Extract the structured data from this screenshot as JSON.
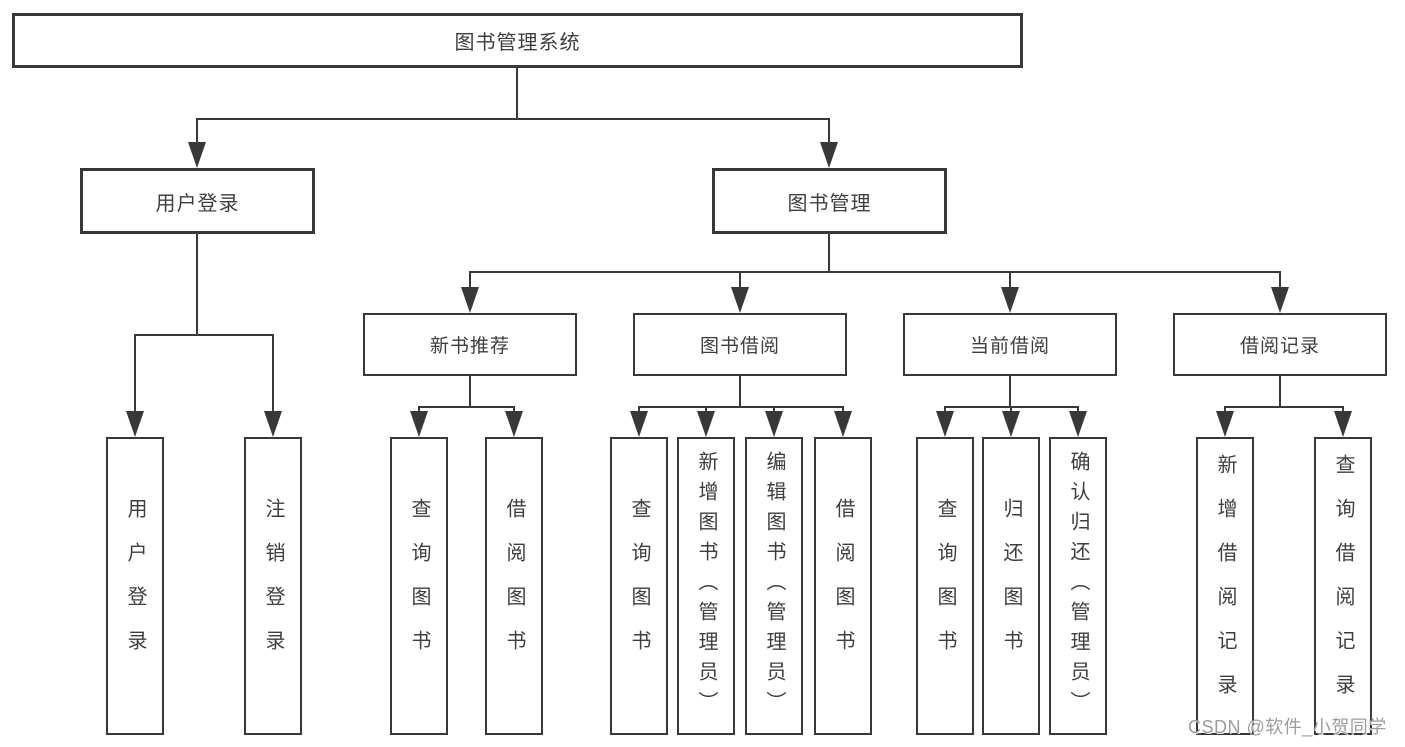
{
  "diagram": {
    "title": "图书管理系统",
    "level1": [
      {
        "label": "用户登录",
        "children": [
          {
            "label": "用户登录"
          },
          {
            "label": "注销登录"
          }
        ]
      },
      {
        "label": "图书管理",
        "children": [
          {
            "label": "新书推荐",
            "children": [
              {
                "label": "查询图书"
              },
              {
                "label": "借阅图书"
              }
            ]
          },
          {
            "label": "图书借阅",
            "children": [
              {
                "label": "查询图书"
              },
              {
                "label": "新增图书（管理员）"
              },
              {
                "label": "编辑图书（管理员）"
              },
              {
                "label": "借阅图书"
              }
            ]
          },
          {
            "label": "当前借阅",
            "children": [
              {
                "label": "查询图书"
              },
              {
                "label": "归还图书"
              },
              {
                "label": "确认归还（管理员）"
              }
            ]
          },
          {
            "label": "借阅记录",
            "children": [
              {
                "label": "新增借阅记录"
              },
              {
                "label": "查询借阅记录"
              }
            ]
          }
        ]
      }
    ]
  },
  "watermark": {
    "text": "CSDN @软件_小贺同学"
  },
  "colors": {
    "background": "#ffffff",
    "line": "#383838",
    "border": "#383838",
    "text": "#3e3e3e",
    "watermark": "#9d9d9d"
  }
}
